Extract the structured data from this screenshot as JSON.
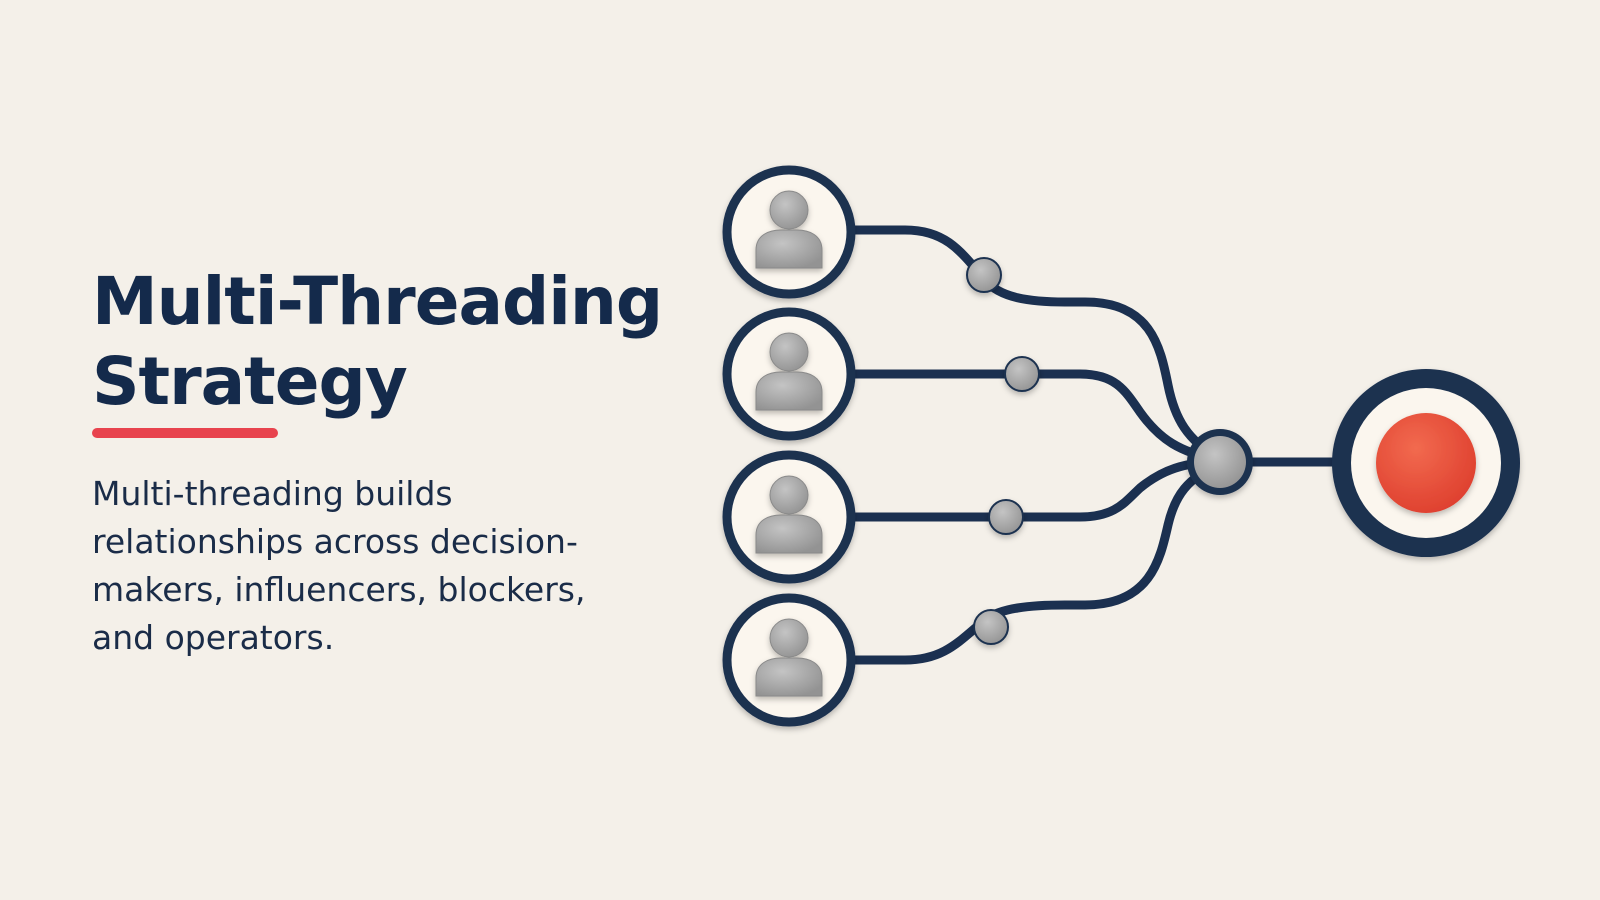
{
  "slide": {
    "title_line1": "Multi-Threading",
    "title_line2": "Strategy",
    "body": "Multi-threading builds relationships across decision-makers, influencers, blockers, and operators."
  },
  "diagram": {
    "stakeholder_count": 4,
    "icons": [
      "person-icon",
      "person-icon",
      "person-icon",
      "person-icon",
      "hub-node",
      "target-icon"
    ]
  },
  "colors": {
    "background": "#f4f0e9",
    "navy": "#142a4b",
    "accent_red": "#e8434e",
    "target_red": "#ec4f3b",
    "node_gray": "#a8a8a8",
    "circle_fill": "#fbf6ee"
  }
}
